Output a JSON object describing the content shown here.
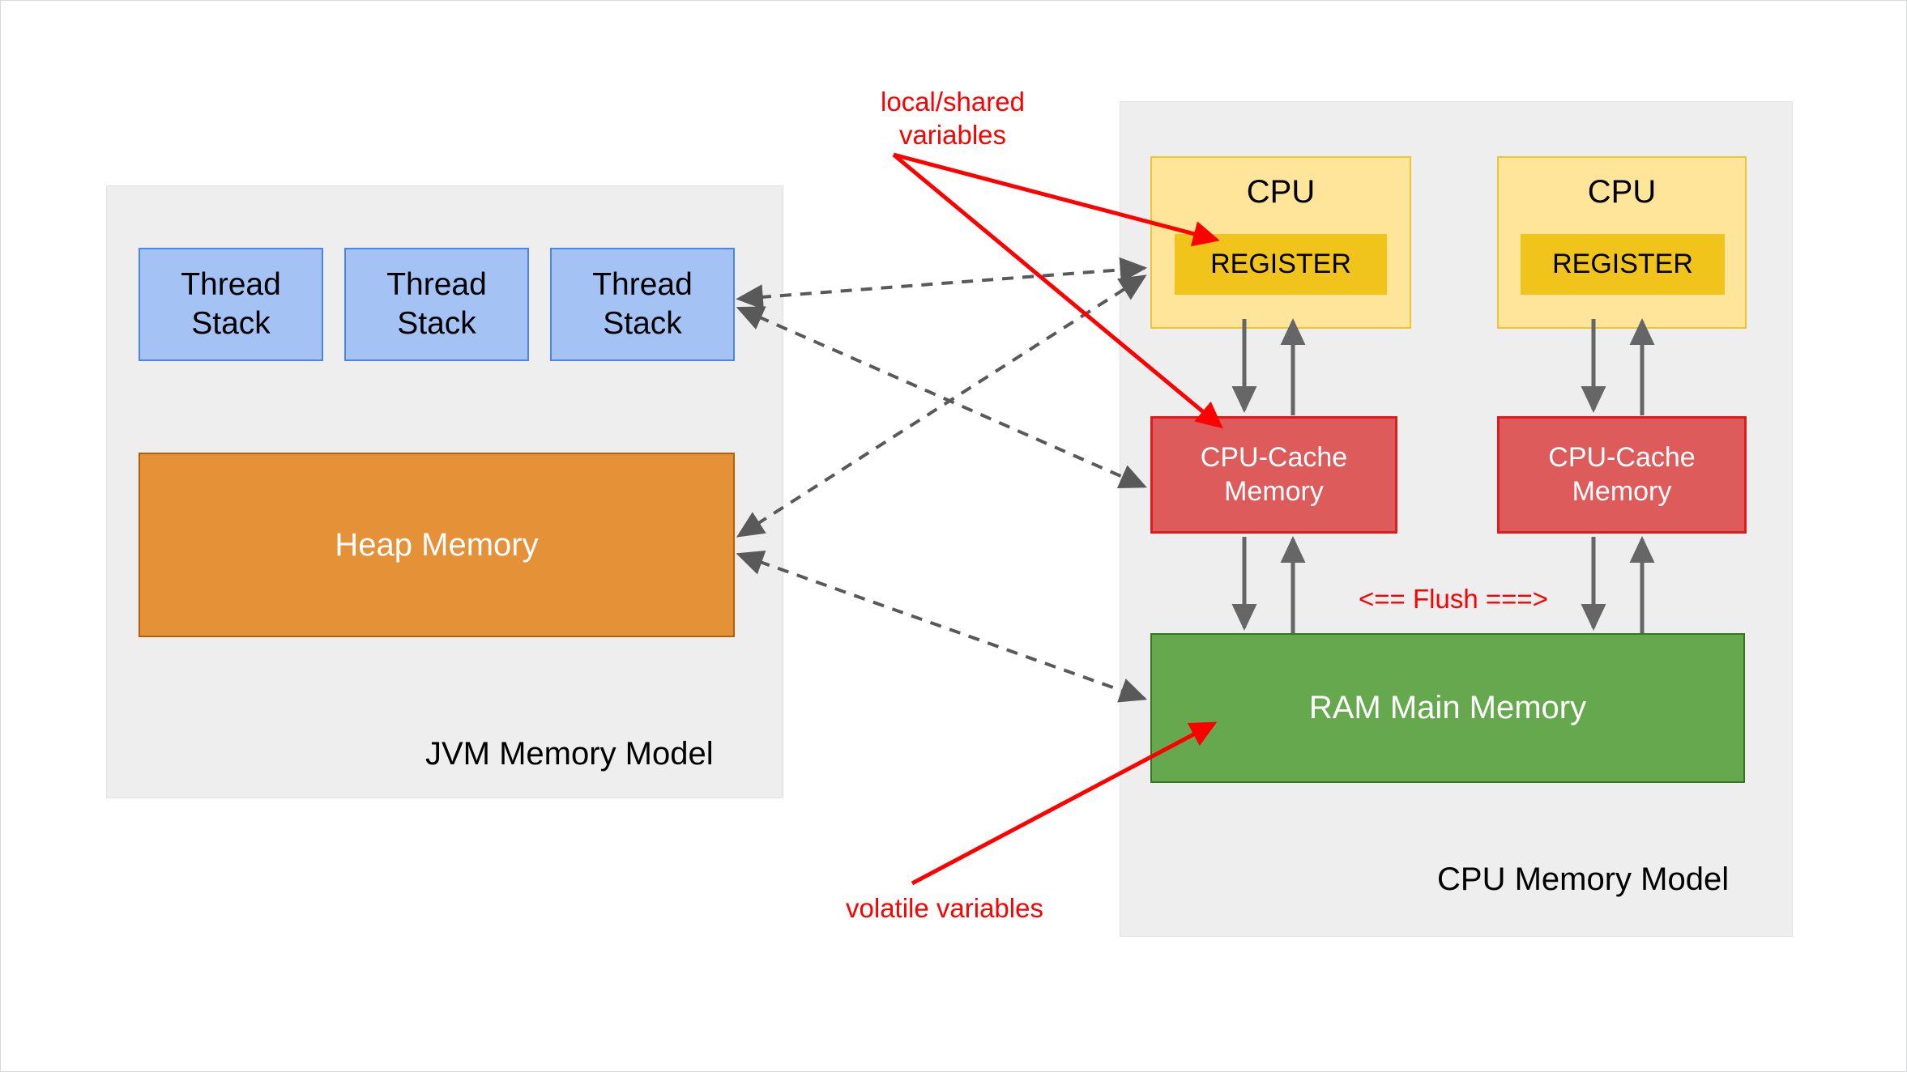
{
  "diagram": {
    "title_left": "JVM Memory Model",
    "title_right": "CPU Memory Model",
    "colors": {
      "panel_bg": "#eeeeee",
      "thread_stack_fill": "#a4c2f4",
      "thread_stack_stroke": "#4a86e8",
      "heap_fill": "#e59138",
      "heap_stroke": "#b45f06",
      "cpu_fill": "#ffe599",
      "cpu_stroke": "#f1c232",
      "register_fill": "#f0c41b",
      "cache_fill": "#dd5b5b",
      "cache_stroke": "#e01b1b",
      "ram_fill": "#66a84e",
      "ram_stroke": "#38761d",
      "annotation_red": "#ff0000",
      "dashed_arrow_gray": "#595959",
      "solid_arrow_gray": "#666666"
    }
  },
  "jvm_panel": {
    "label": "JVM Memory Model",
    "thread_stacks": [
      {
        "line1": "Thread",
        "line2": "Stack"
      },
      {
        "line1": "Thread",
        "line2": "Stack"
      },
      {
        "line1": "Thread",
        "line2": "Stack"
      }
    ],
    "heap": {
      "label": "Heap Memory"
    }
  },
  "cpu_panel": {
    "label": "CPU Memory Model",
    "cores": [
      {
        "cpu_label": "CPU",
        "register_label": "REGISTER",
        "cache_line1": "CPU-Cache",
        "cache_line2": "Memory"
      },
      {
        "cpu_label": "CPU",
        "register_label": "REGISTER",
        "cache_line1": "CPU-Cache",
        "cache_line2": "Memory"
      }
    ],
    "ram": {
      "label": "RAM Main Memory"
    },
    "flush_label": "<== Flush ===>"
  },
  "annotations": {
    "local_shared": "local/shared\nvariables",
    "volatile": "volatile variables"
  }
}
